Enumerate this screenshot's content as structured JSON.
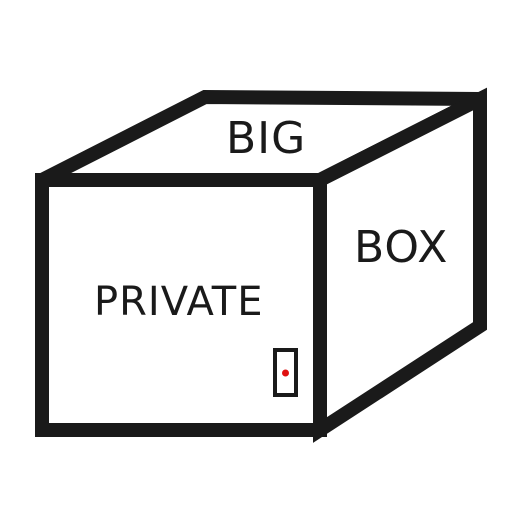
{
  "box": {
    "top_text": "BIG",
    "side_text": "BOX",
    "front_text": "PRIVATE"
  },
  "colors": {
    "outline": "#1a1a1a",
    "fill": "#ffffff",
    "dot": "#e01010"
  },
  "icons": {
    "lock": "lock-slot-icon"
  }
}
